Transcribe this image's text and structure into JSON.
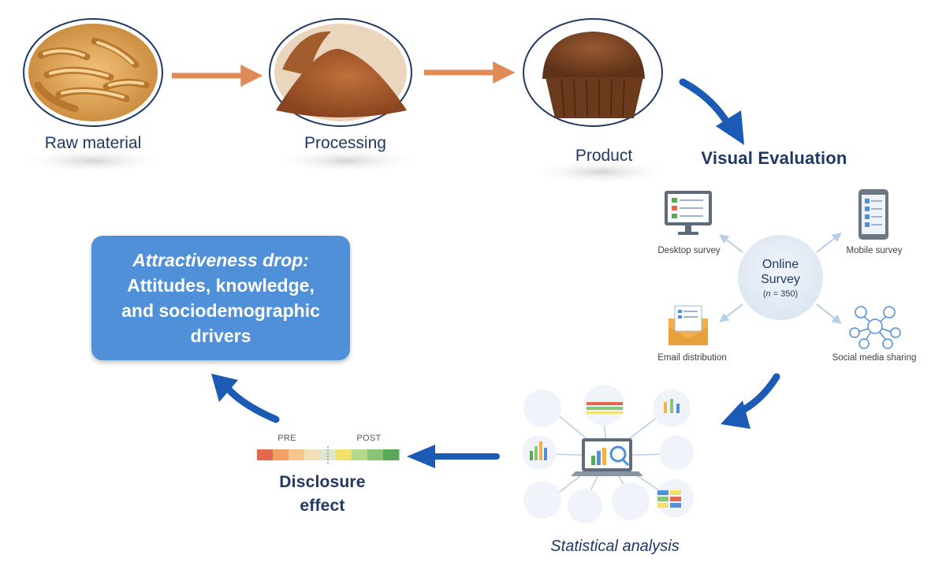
{
  "stages": {
    "raw_material": "Raw material",
    "processing": "Processing",
    "product": "Product"
  },
  "visual_evaluation": "Visual Evaluation",
  "survey": {
    "center_line1": "Online",
    "center_line2": "Survey",
    "n_label": "n",
    "n_value": "= 350)",
    "channels": {
      "desktop": "Desktop survey",
      "mobile": "Mobile survey",
      "email": "Email distribution",
      "social": "Social media sharing"
    }
  },
  "statistical_analysis": "Statistical analysis",
  "disclosure": {
    "line1": "Disclosure",
    "line2": "effect",
    "pre": "PRE",
    "post": "POST",
    "scale_colors": [
      "#e2694f",
      "#f2a064",
      "#f6c68c",
      "#f4e0b6",
      "#dde7d1",
      "#f2e06c",
      "#b5d88a",
      "#8cc477",
      "#5aa85a"
    ]
  },
  "summary": {
    "line1": "Attractiveness drop:",
    "line2": "Attitudes, knowledge,",
    "line3": "and sociodemographic",
    "line4": "drivers"
  },
  "colors": {
    "orange_arrow": "#e08a55",
    "blue_arrow": "#1b5bb5",
    "text_dark": "#1f3864",
    "box_fill": "#4f90d9"
  }
}
